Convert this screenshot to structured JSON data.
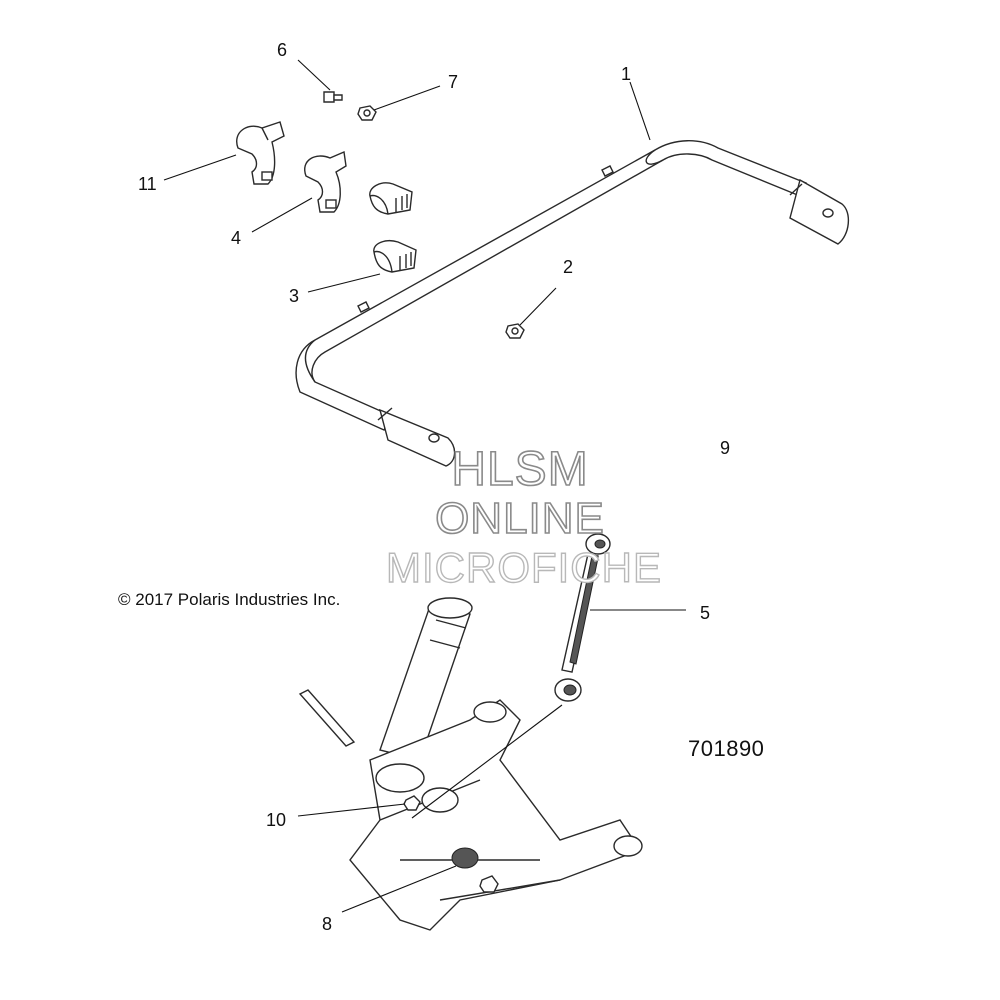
{
  "diagram": {
    "callouts": {
      "n1": "1",
      "n2": "2",
      "n3": "3",
      "n4": "4",
      "n5": "5",
      "n6": "6",
      "n7": "7",
      "n8": "8",
      "n9": "9",
      "n10": "10",
      "n11": "11"
    },
    "copyright": "© 2017 Polaris Industries Inc.",
    "figure_number": "701890",
    "watermark": [
      "HLSM",
      "ONLINE",
      "MICROFICHE"
    ]
  }
}
